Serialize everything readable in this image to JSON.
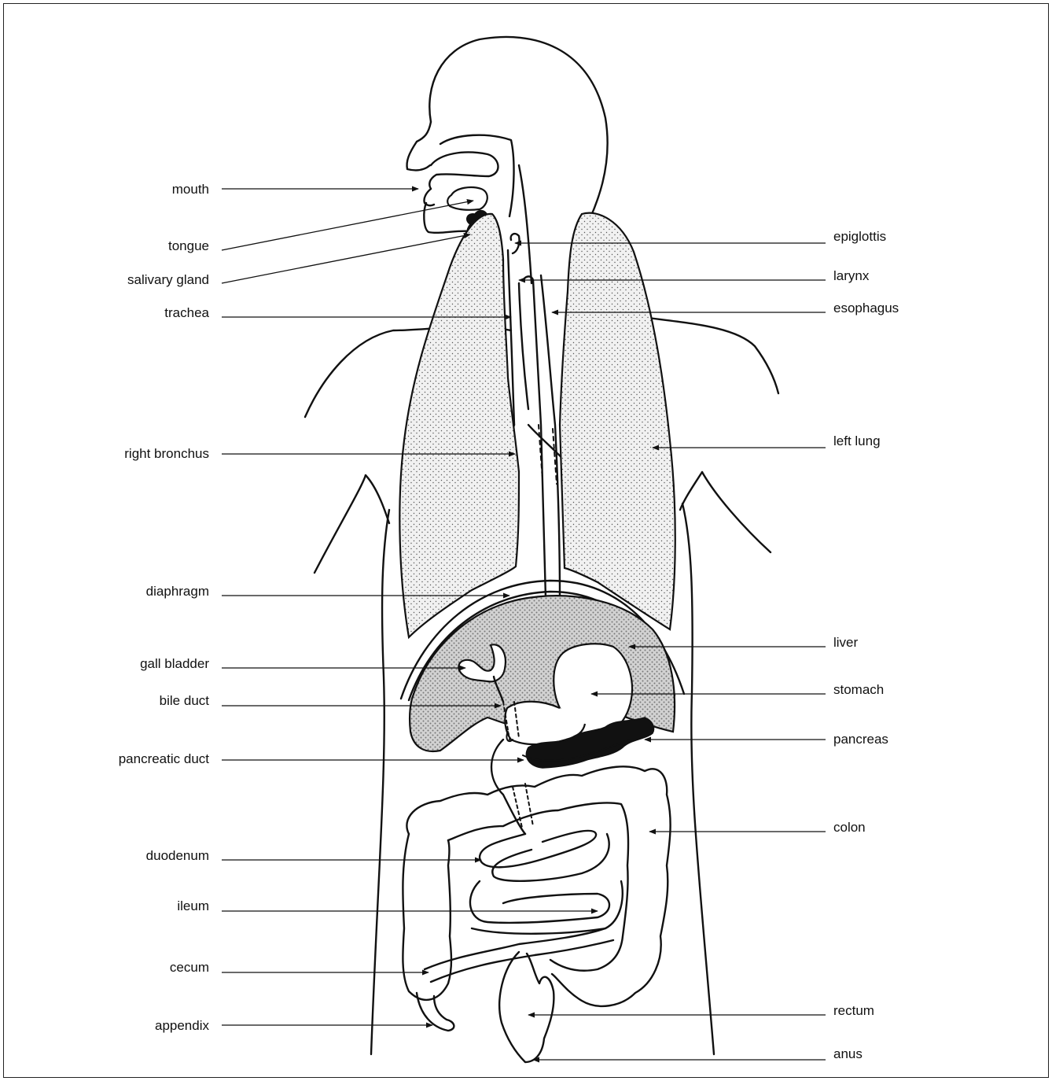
{
  "labels": {
    "mouth": "mouth",
    "tongue": "tongue",
    "salivary_gland": "salivary gland",
    "trachea": "trachea",
    "right_bronchus": "right bronchus",
    "diaphragm": "diaphragm",
    "gall_bladder": "gall bladder",
    "bile_duct": "bile duct",
    "pancreatic_duct": "pancreatic duct",
    "duodenum": "duodenum",
    "ileum": "ileum",
    "cecum": "cecum",
    "appendix": "appendix",
    "epiglottis": "epiglottis",
    "larynx": "larynx",
    "esophagus": "esophagus",
    "left_lung": "left lung",
    "liver": "liver",
    "stomach": "stomach",
    "pancreas": "pancreas",
    "colon": "colon",
    "rectum": "rectum",
    "anus": "anus"
  },
  "colors": {
    "ink": "#111111",
    "background": "#ffffff",
    "stipple": "#8a8a8a"
  }
}
